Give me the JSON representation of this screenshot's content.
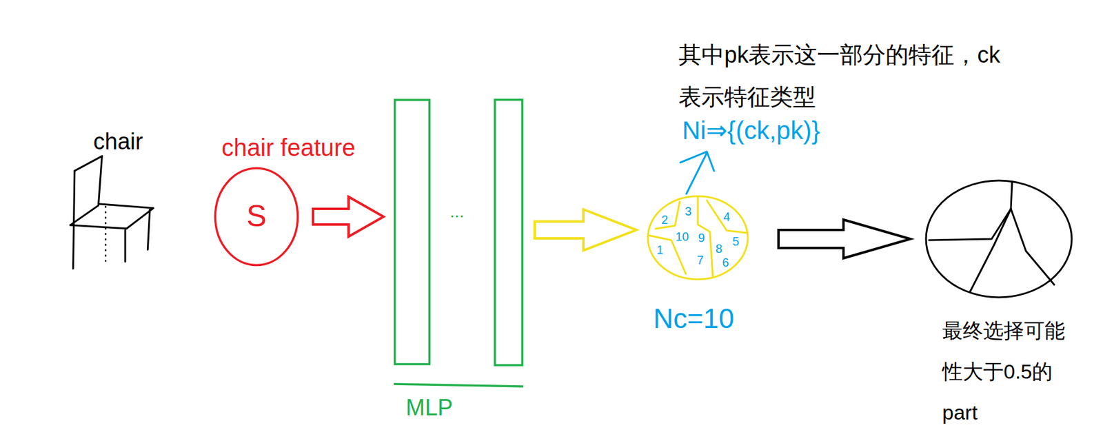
{
  "diagram": {
    "nodes": [
      {
        "text": [
          "S"
        ]
      },
      {
        "text": [
          "...",
          "MLP"
        ]
      },
      {
        "text": [
          "2",
          "3",
          "4",
          "10",
          "9",
          "8",
          "5",
          "1",
          "7",
          "6"
        ]
      },
      {
        "text": [
          "最终选择可能性大于0.5的part"
        ]
      }
    ],
    "edges": [
      {
        "from": 0,
        "to": 1,
        "arrow": "to"
      },
      {
        "from": 1,
        "to": 2,
        "arrow": "to"
      },
      {
        "from": 2,
        "to": 3,
        "arrow": "to"
      }
    ],
    "labels": [
      "chair",
      "chair feature",
      "其中pk表示这一部分的特征，ck表示特征类型",
      "Ni⇒{(ck,pk)}",
      "Nc=10"
    ]
  }
}
